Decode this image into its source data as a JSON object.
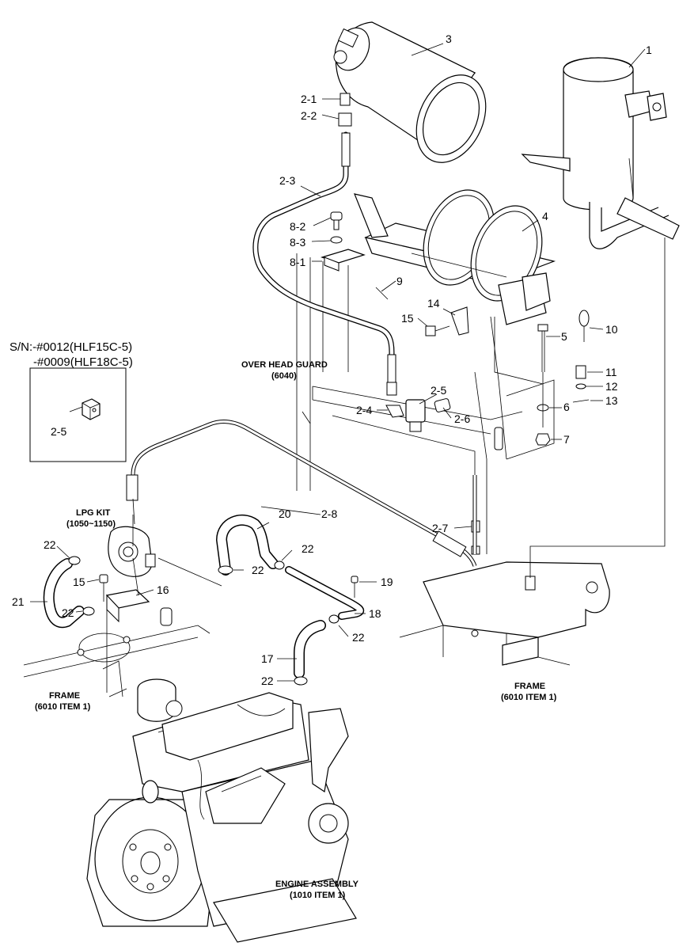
{
  "callouts": {
    "c1": "1",
    "c2_1": "2-1",
    "c2_2": "2-2",
    "c2_3": "2-3",
    "c3": "3",
    "c4": "4",
    "c8_2": "8-2",
    "c8_3": "8-3",
    "c8_1": "8-1",
    "c9": "9",
    "c14": "14",
    "c15a": "15",
    "c5": "5",
    "c10": "10",
    "c11": "11",
    "c12": "12",
    "c13": "13",
    "c6": "6",
    "c7": "7",
    "c2_5a": "2-5",
    "c2_4": "2-4",
    "c2_6": "2-6",
    "c2_5b": "2-5",
    "c2_8": "2-8",
    "c2_7": "2-7",
    "c20": "20",
    "c22a": "22",
    "c22b": "22",
    "c22c": "22",
    "c22d": "22",
    "c22e": "22",
    "c22f": "22",
    "c15b": "15",
    "c16": "16",
    "c21": "21",
    "c19": "19",
    "c18": "18",
    "c17": "17"
  },
  "notes": {
    "overhead_guard_1": "OVER HEAD GUARD",
    "overhead_guard_2": "(6040)",
    "sn_1": "S/N:-#0012(HLF15C-5)",
    "sn_2": "-#0009(HLF18C-5)",
    "lpg_kit_1": "LPG KIT",
    "lpg_kit_2": "(1050~1150)",
    "frame_left_1": "FRAME",
    "frame_left_2": "(6010 ITEM 1)",
    "frame_right_1": "FRAME",
    "frame_right_2": "(6010 ITEM 1)",
    "engine_1": "ENGINE ASSEMBLY",
    "engine_2": "(1010 ITEM  1)"
  }
}
